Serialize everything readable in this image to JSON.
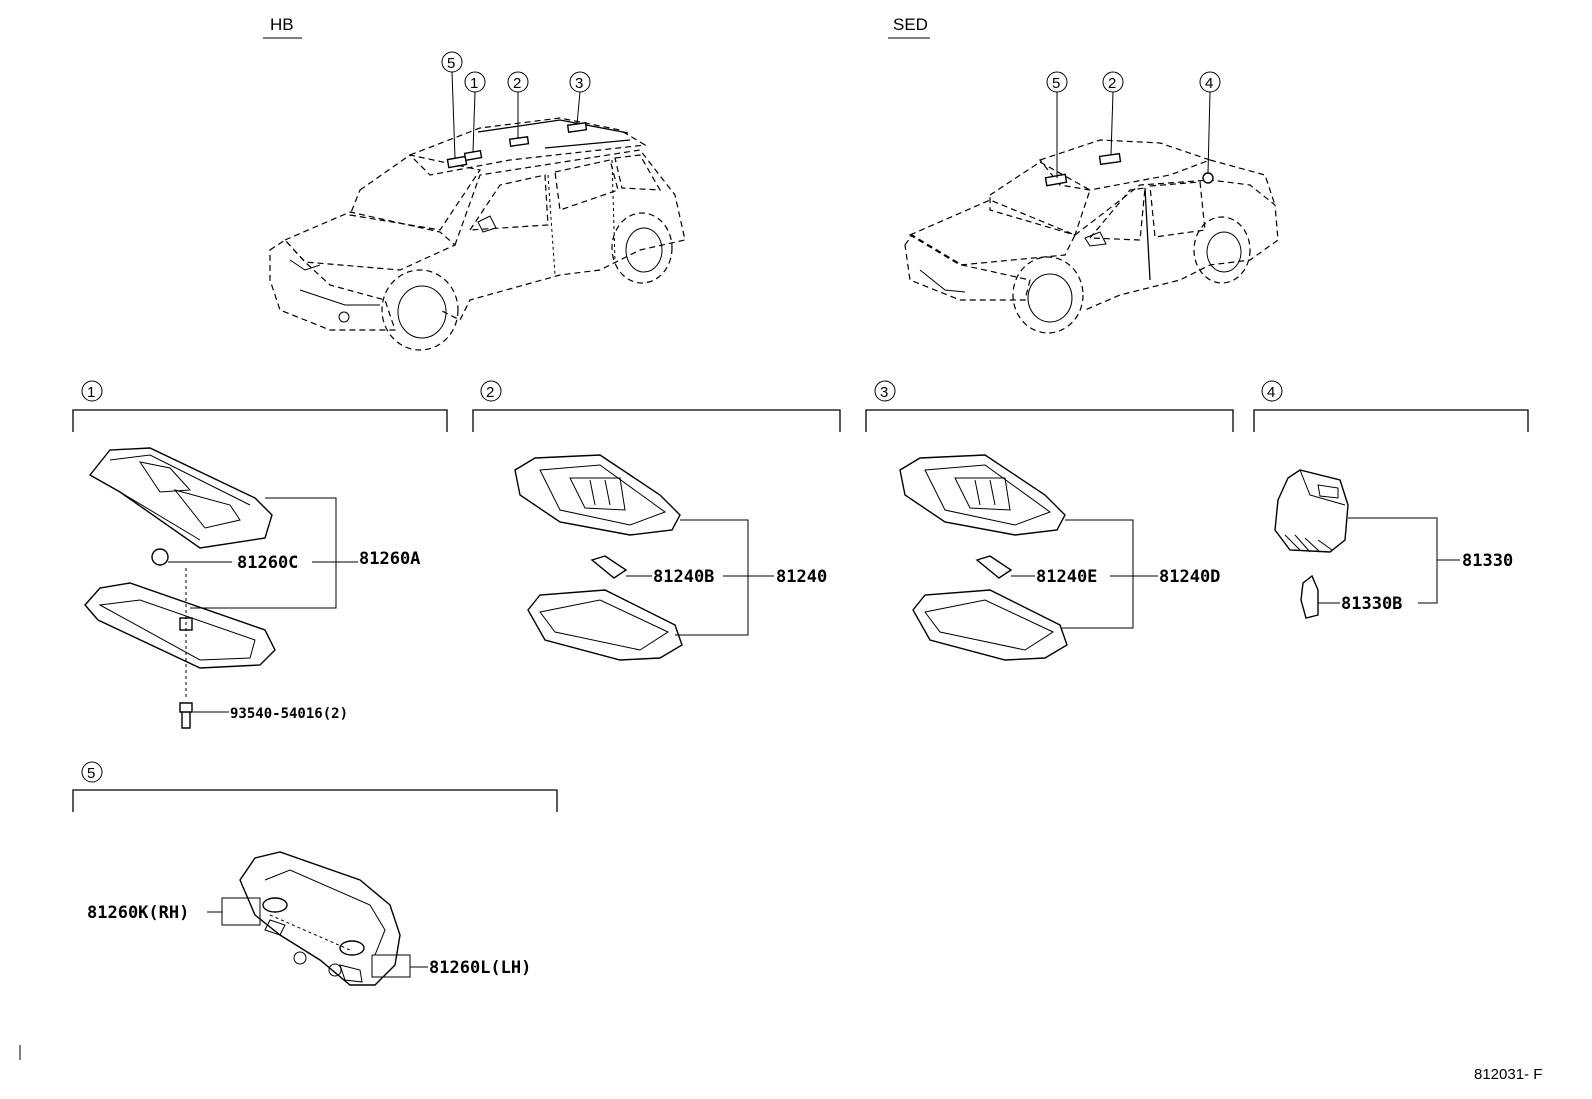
{
  "variants": {
    "hb": "HB",
    "sed": "SED"
  },
  "markers": {
    "m1": "1",
    "m2": "2",
    "m3": "3",
    "m4": "4",
    "m5": "5"
  },
  "parts": {
    "p81260A": "81260A",
    "p81260C": "81260C",
    "p93540": "93540-54016(2)",
    "p81240": "81240",
    "p81240B": "81240B",
    "p81240D": "81240D",
    "p81240E": "81240E",
    "p81330": "81330",
    "p81330B": "81330B",
    "p81260K": "81260K(RH)",
    "p81260L": "81260L(LH)"
  },
  "diagram_ref": "812031- F"
}
